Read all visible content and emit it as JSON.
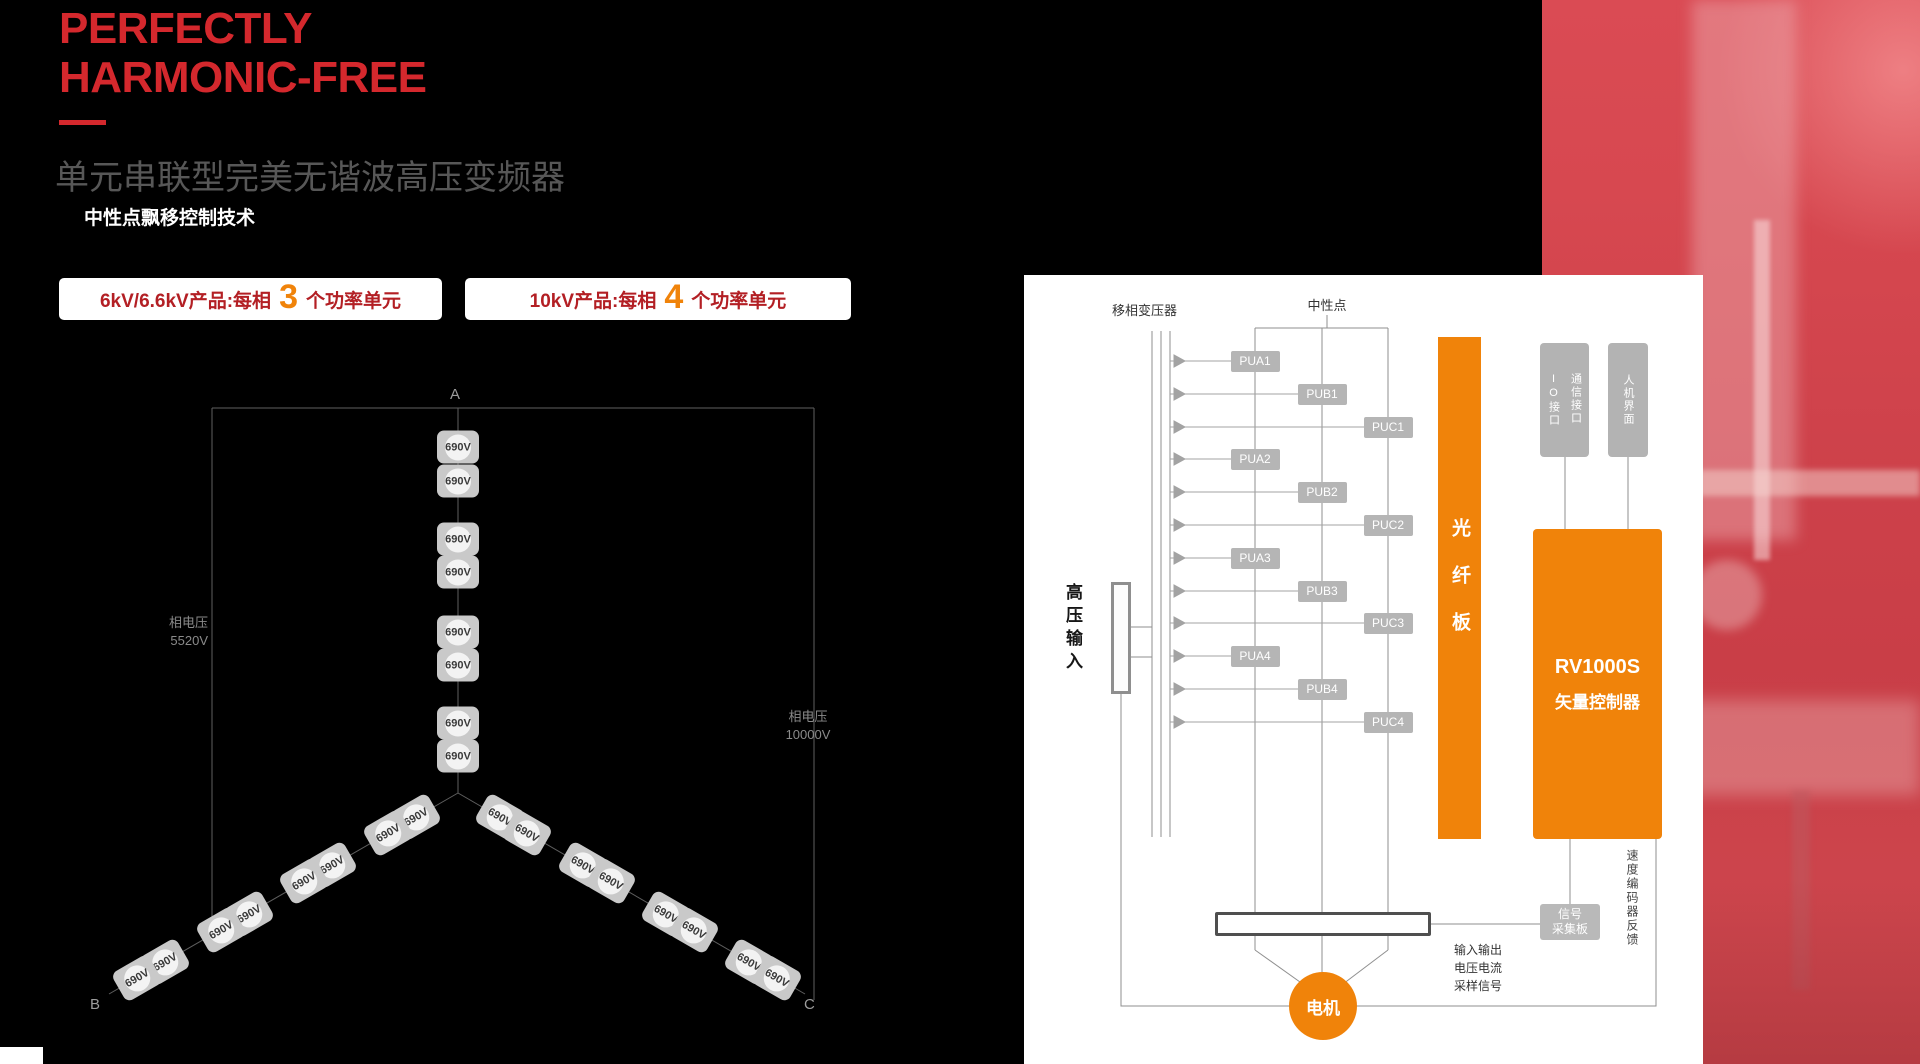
{
  "header": {
    "title_line1": "PERFECTLY",
    "title_line2": "HARMONIC-FREE",
    "subtitle": "单元串联型完美无谐波高压变频器",
    "feature_label": "中性点飘移控制技术"
  },
  "badges": [
    {
      "prefix": "6kV/6.6kV产品:每相",
      "count": "3",
      "suffix": "个功率单元"
    },
    {
      "prefix": "10kV产品:每相",
      "count": "4",
      "suffix": "个功率单元"
    }
  ],
  "star_diagram": {
    "phase_a": "A",
    "phase_b": "B",
    "phase_c": "C",
    "cell_label": "690V",
    "left_voltage": "相电压\n5520V",
    "right_voltage": "相电压\n10000V"
  },
  "schematic": {
    "transformer_label": "移相变压器",
    "neutral_label": "中性点",
    "hv_input_label": "高压输入",
    "power_units": [
      "PUA1",
      "PUB1",
      "PUC1",
      "PUA2",
      "PUB2",
      "PUC2",
      "PUA3",
      "PUB3",
      "PUC3",
      "PUA4",
      "PUB4",
      "PUC4"
    ],
    "fiber_board_label": "光纤板",
    "io_comm_label": "IO接口\n通信接口",
    "hmi_label": "人机界面",
    "controller_name": "RV1000S",
    "controller_type": "矢量控制器",
    "signal_board_label": "信号\n采集板",
    "encoder_feedback_label": "速度编码器反馈",
    "sampling_label": "输入输出\n电压电流\n采样信号",
    "motor_label": "电机"
  },
  "colors": {
    "accent_red": "#d4282d",
    "orange": "#f0830a",
    "badge_text_red": "#b31f24"
  }
}
